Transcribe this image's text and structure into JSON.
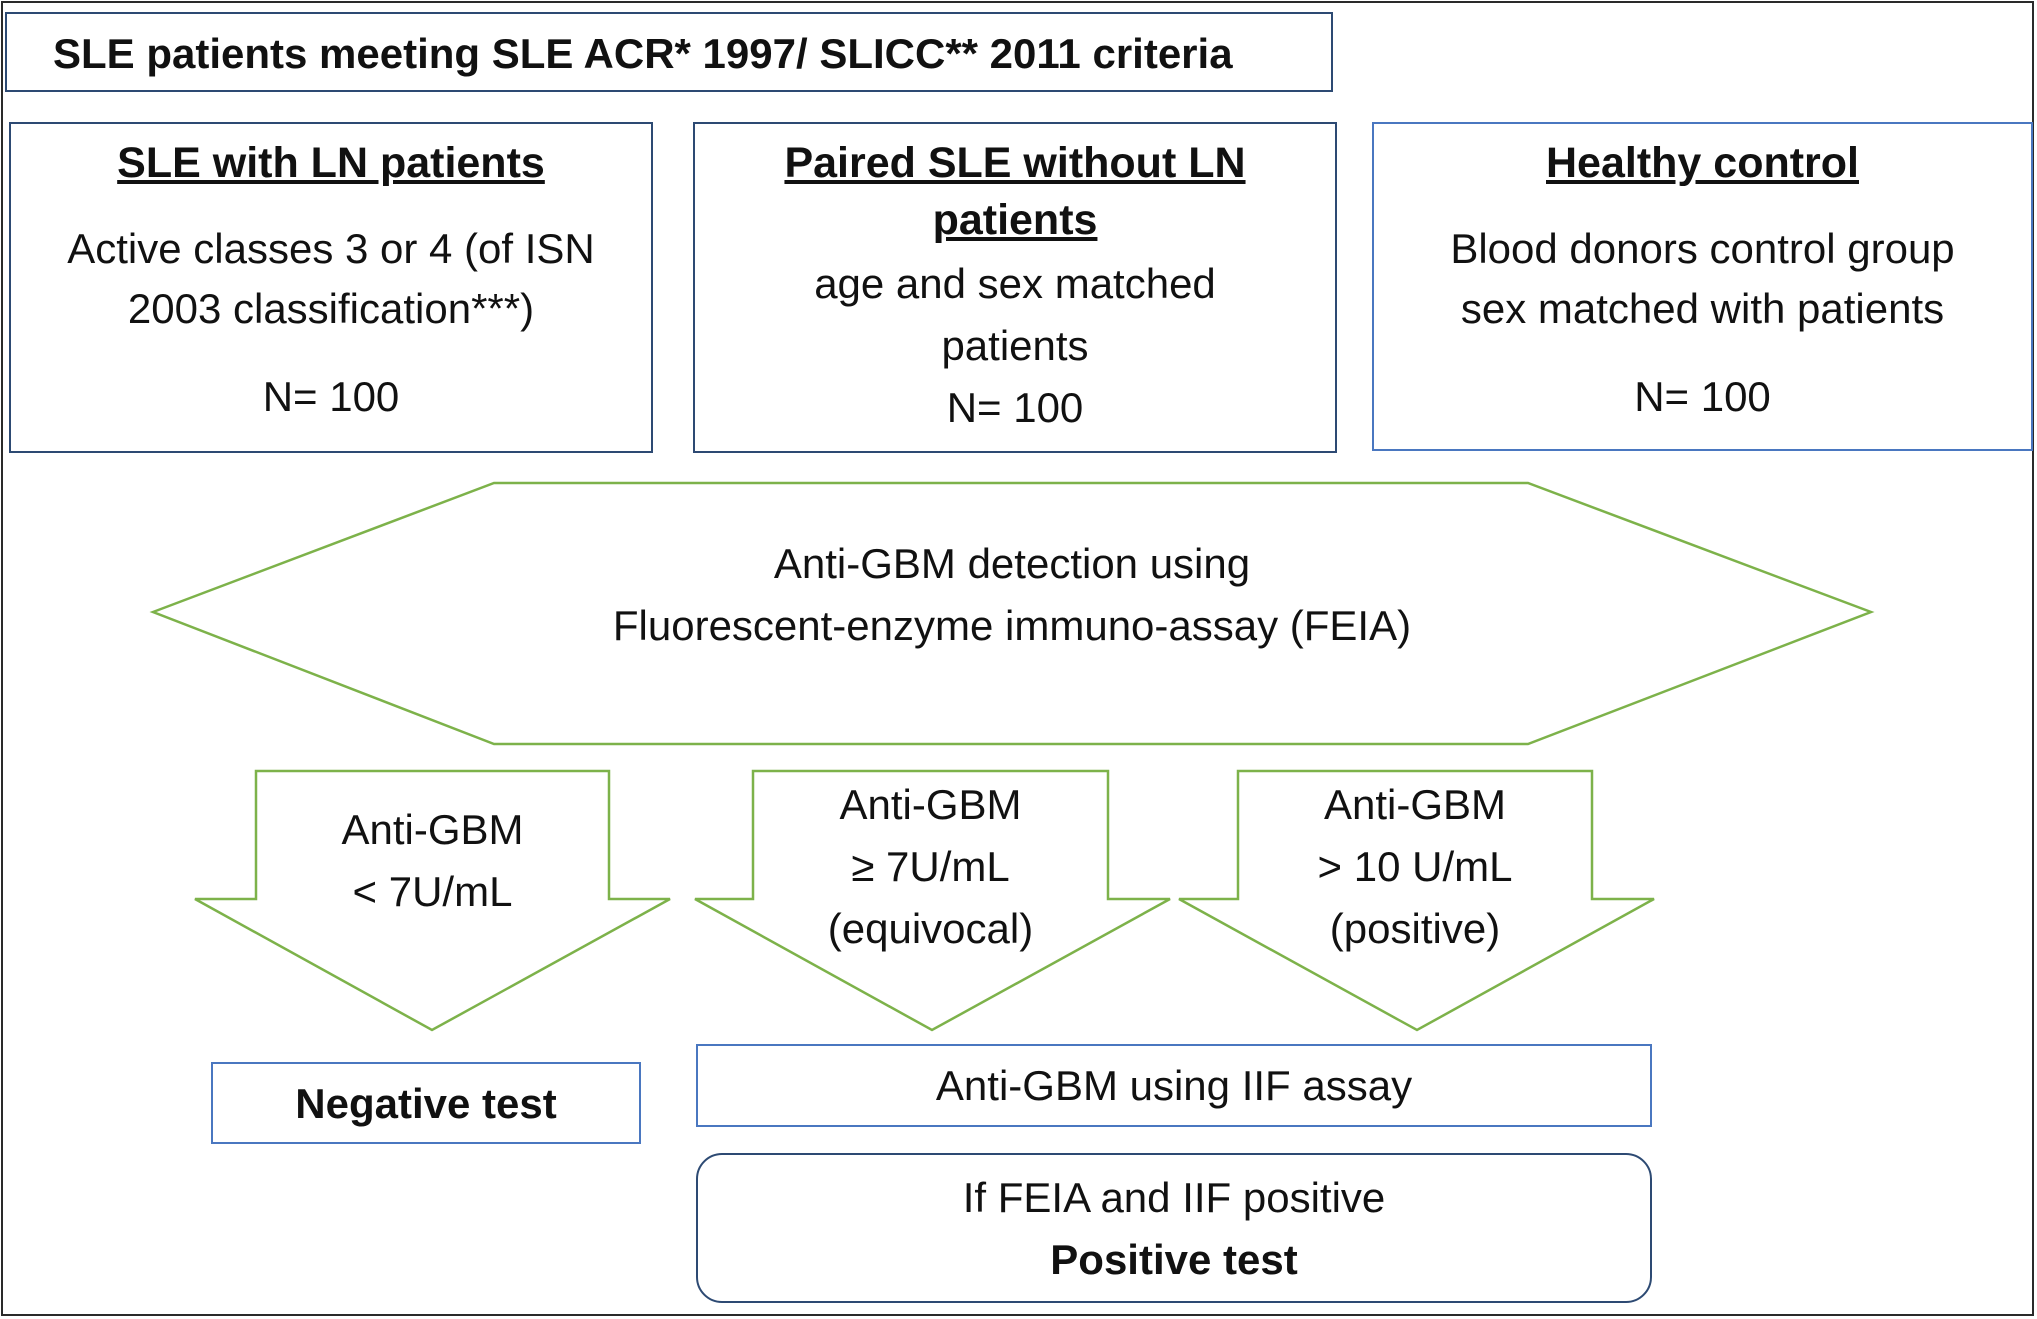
{
  "header": {
    "title": "SLE patients meeting SLE ACR* 1997/ SLICC** 2011 criteria"
  },
  "groups": [
    {
      "title": "SLE with LN patients",
      "lines": [
        "Active classes 3 or 4 (of ISN",
        "2003 classification***)"
      ],
      "n": "N= 100"
    },
    {
      "title_lines": [
        "Paired SLE without LN",
        "patients"
      ],
      "lines": [
        "age and sex matched",
        "patients"
      ],
      "n": "N= 100"
    },
    {
      "title": "Healthy control",
      "lines": [
        "Blood donors control group",
        "sex matched with patients"
      ],
      "n": "N= 100"
    }
  ],
  "detection": {
    "lines": [
      "Anti-GBM detection using",
      "Fluorescent-enzyme immuno-assay (FEIA)"
    ]
  },
  "outcomes": [
    {
      "lines": [
        "Anti-GBM",
        "< 7U/mL"
      ]
    },
    {
      "lines": [
        "Anti-GBM",
        "≥ 7U/mL",
        "(equivocal)"
      ]
    },
    {
      "lines": [
        "Anti-GBM",
        "> 10 U/mL",
        "(positive)"
      ]
    }
  ],
  "results": {
    "negative": "Negative test",
    "iif": "Anti-GBM using IIF assay",
    "final_line1": "If FEIA and IIF positive",
    "final_line2": "Positive test"
  },
  "colors": {
    "frame": "#2a2a2a",
    "box_border_dark": "#2d4a73",
    "box_border_blue": "#4a77c0",
    "arrow_outline": "#7db24a",
    "text": "#111111"
  }
}
